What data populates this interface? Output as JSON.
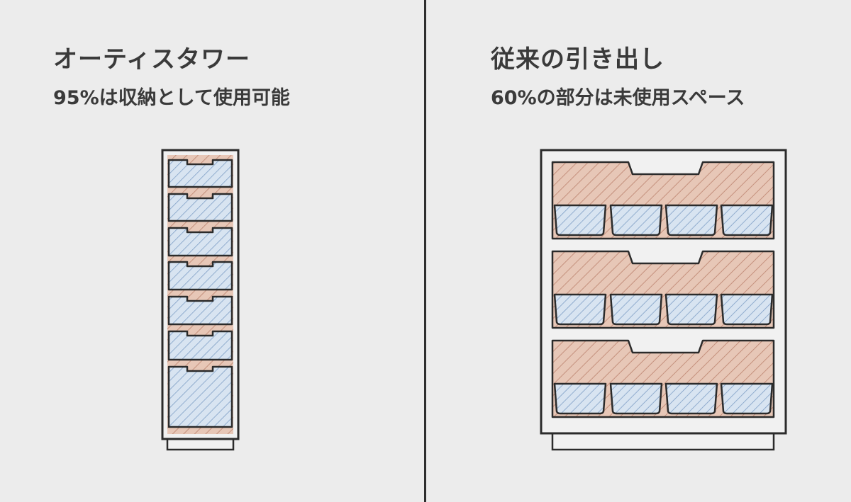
{
  "left_panel": {
    "title": "オーティスタワー",
    "subtitle": "95%は収納として使用可能",
    "drawer_count": 7
  },
  "right_panel": {
    "title": "従来の引き出し",
    "subtitle": "60%の部分は未使用スペース",
    "drawer_count": 3,
    "bins_per_drawer": 4
  },
  "legend_colors": {
    "usable_fill": "#d8e4f1",
    "usable_hatch": "#7f9fc6",
    "unused_fill": "#e7c7b7",
    "unused_hatch": "#c08a76",
    "outline": "#2b2b2b",
    "cabinet_fill": "#f1f1f1"
  }
}
